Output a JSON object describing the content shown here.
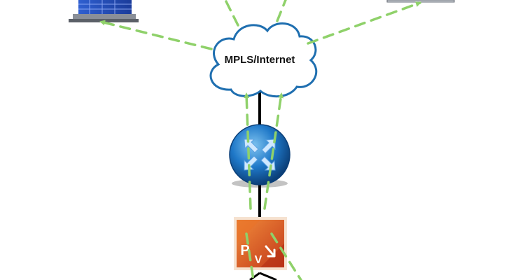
{
  "diagram": {
    "cloud_label": "MPLS/Internet",
    "appliance": {
      "letter_p": "P",
      "letter_v": "V"
    },
    "colors": {
      "flow_arrow": "#8fd16a",
      "link": "#000000",
      "cloud_stroke": "#1f6fb0",
      "router_blue": "#1a6bb5",
      "appliance_orange": "#d9531e"
    }
  }
}
